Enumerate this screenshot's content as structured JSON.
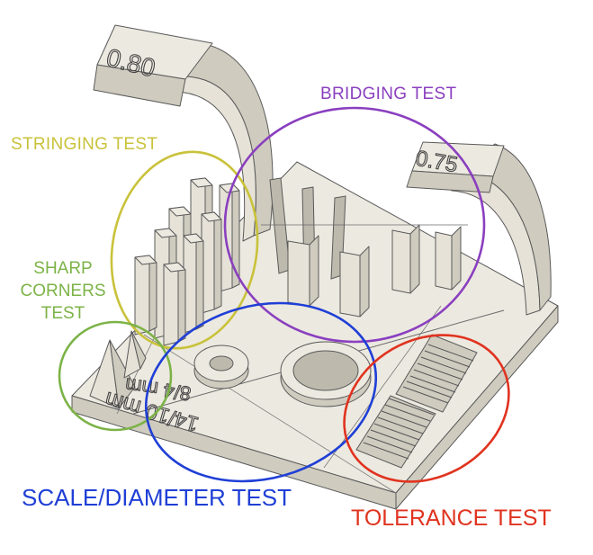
{
  "labels": {
    "bridging": "BRIDGING TEST",
    "stringing": "STRINGING TEST",
    "sharp_corners": [
      "SHARP",
      "CORNERS",
      "TEST"
    ],
    "scale": "SCALE/DIAMETER TEST",
    "tolerance": "TOLERANCE TEST"
  },
  "engraving": {
    "left_arch": "0.80",
    "right_arch": "0.75",
    "dim_small": "8/4 mm",
    "dim_large": "14/10 mm"
  },
  "colors": {
    "bridging": "#8a3fbf",
    "stringing": "#c9c23a",
    "sharp_corners": "#7cb347",
    "scale": "#1f3fd6",
    "tolerance": "#e0331f",
    "model_face": "#e6e2d7",
    "model_top": "#ece9e0",
    "model_side": "#cfcbbf",
    "model_edge": "#555555"
  }
}
